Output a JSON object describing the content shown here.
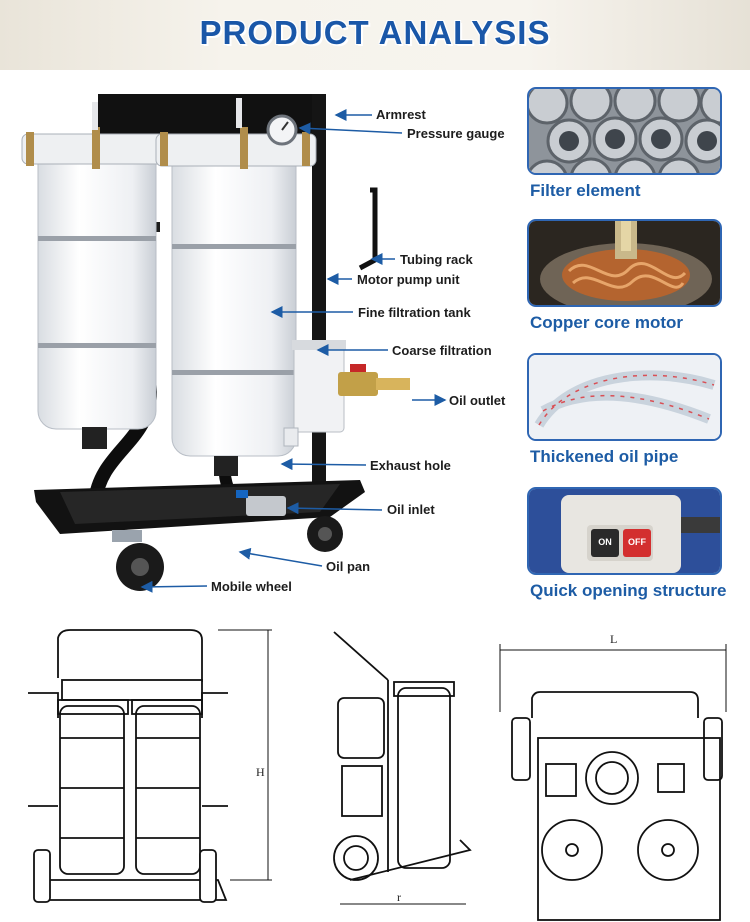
{
  "header": {
    "title": "PRODUCT ANALYSIS"
  },
  "callouts": [
    "Armrest",
    "Pressure gauge",
    "Tubing rack",
    "Motor pump unit",
    "Fine filtration tank",
    "Coarse filtration",
    "Oil outlet",
    "Exhaust hole",
    "Oil inlet",
    "Oil pan",
    "Mobile wheel"
  ],
  "features": [
    {
      "caption": "Filter element",
      "icon": "filter-element-photo"
    },
    {
      "caption": "Copper core motor",
      "icon": "copper-motor-photo"
    },
    {
      "caption": "Thickened oil pipe",
      "icon": "oil-pipe-photo"
    },
    {
      "caption": "Quick opening structure",
      "icon": "switch-box-photo"
    }
  ],
  "switch_labels": {
    "on": "ON",
    "off": "OFF"
  },
  "drawing_labels": {
    "height": "H",
    "length": "L",
    "width": "r"
  },
  "colors": {
    "title": "#1a57a8",
    "card_border": "#2f66b3",
    "caption": "#1d5ca5",
    "arrow": "#1d5ca5"
  }
}
